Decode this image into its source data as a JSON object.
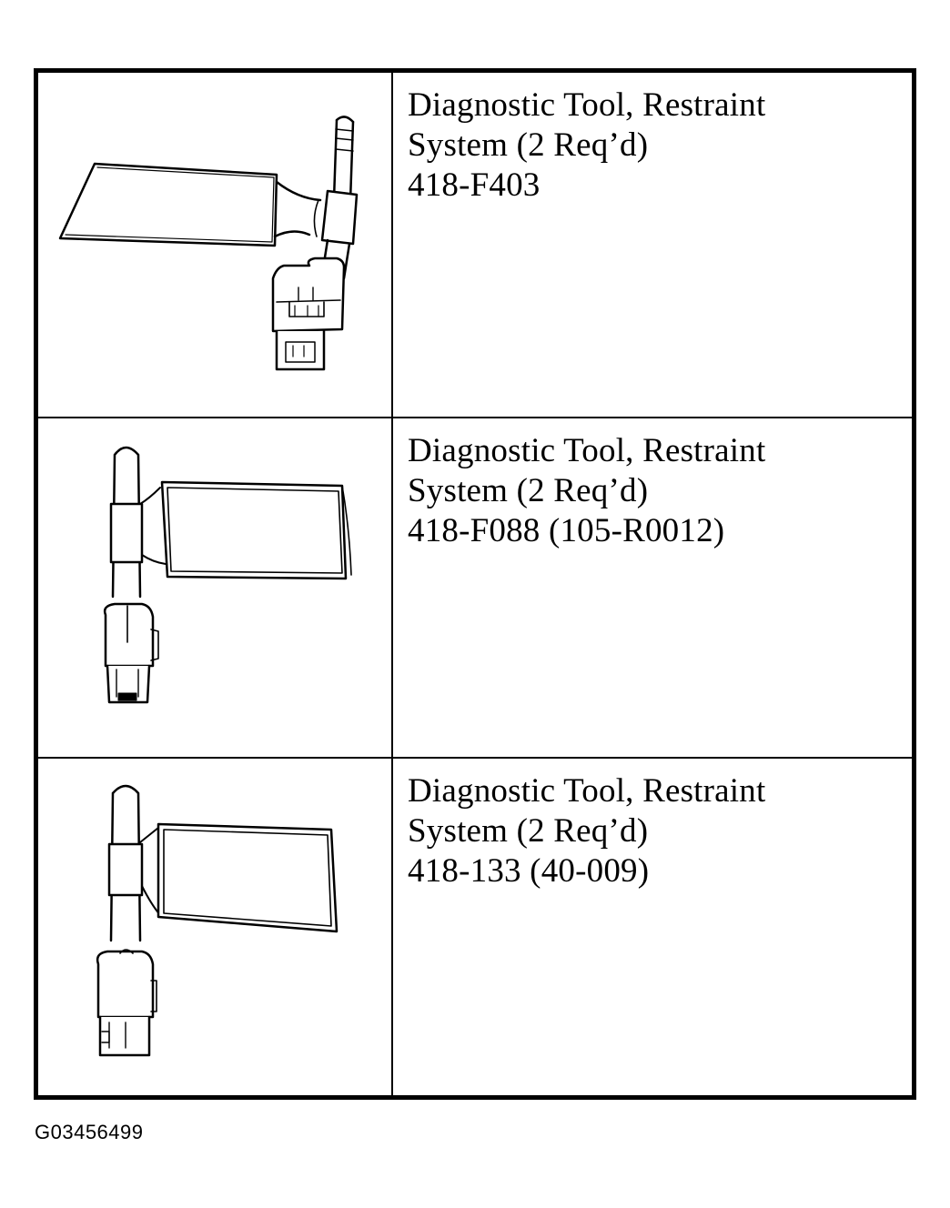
{
  "tools": [
    {
      "name_line1": "Diagnostic Tool, Restraint",
      "name_line2": "System (2 Req’d)",
      "part_number": "418-F403",
      "illustration_icon": "restraint-diagnostic-tool-connector-down-right"
    },
    {
      "name_line1": "Diagnostic Tool, Restraint",
      "name_line2": "System (2 Req’d)",
      "part_number": "418-F088 (105-R0012)",
      "illustration_icon": "restraint-diagnostic-tool-connector-down-left"
    },
    {
      "name_line1": "Diagnostic Tool, Restraint",
      "name_line2": "System (2 Req’d)",
      "part_number": "418-133 (40-009)",
      "illustration_icon": "restraint-diagnostic-tool-connector-down-left"
    }
  ],
  "figure_id": "G03456499"
}
